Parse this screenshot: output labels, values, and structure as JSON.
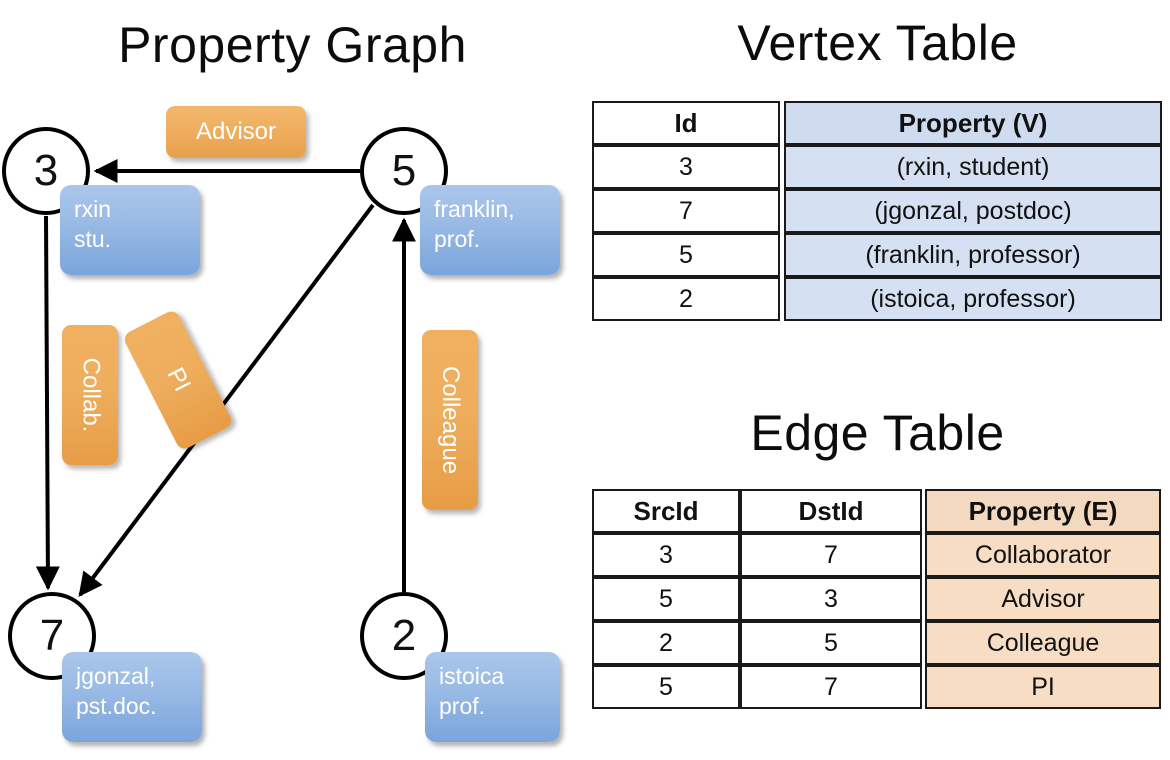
{
  "titles": {
    "property_graph": "Property Graph",
    "vertex_table": "Vertex Table",
    "edge_table": "Edge Table"
  },
  "graph": {
    "nodes": [
      {
        "id": "3",
        "label": "3",
        "property_lines": [
          "rxin",
          "stu."
        ]
      },
      {
        "id": "5",
        "label": "5",
        "property_lines": [
          "franklin,",
          "prof."
        ]
      },
      {
        "id": "7",
        "label": "7",
        "property_lines": [
          "jgonzal,",
          "pst.doc."
        ]
      },
      {
        "id": "2",
        "label": "2",
        "property_lines": [
          "istoica",
          "prof."
        ]
      }
    ],
    "node_property_boxes": [
      {
        "name": "rxin",
        "text": "rxin\nstu."
      },
      {
        "name": "franklin",
        "text": "franklin,\nprof."
      },
      {
        "name": "jgonzal",
        "text": "jgonzal,\npst.doc."
      },
      {
        "name": "istoica",
        "text": "istoica\nprof."
      }
    ],
    "edge_labels": [
      {
        "name": "advisor",
        "text": "Advisor",
        "from": "5",
        "to": "3",
        "orientation": "horizontal"
      },
      {
        "name": "collab",
        "text": "Collab.",
        "from": "3",
        "to": "7",
        "orientation": "vertical"
      },
      {
        "name": "pi",
        "text": "PI",
        "from": "5",
        "to": "7",
        "orientation": "diagonal"
      },
      {
        "name": "colleague",
        "text": "Colleague",
        "from": "2",
        "to": "5",
        "orientation": "vertical"
      }
    ],
    "colors": {
      "vertex_box": "#9dbde6",
      "edge_label": "#eeae5e",
      "node_stroke": "#000000",
      "edge_stroke": "#000000"
    }
  },
  "vertex_table": {
    "headers": [
      "Id",
      "Property (V)"
    ],
    "rows": [
      [
        "3",
        "(rxin, student)"
      ],
      [
        "7",
        "(jgonzal, postdoc)"
      ],
      [
        "5",
        "(franklin, professor)"
      ],
      [
        "2",
        "(istoica, professor)"
      ]
    ]
  },
  "edge_table": {
    "headers": [
      "SrcId",
      "DstId",
      "Property (E)"
    ],
    "rows": [
      [
        "3",
        "7",
        "Collaborator"
      ],
      [
        "5",
        "3",
        "Advisor"
      ],
      [
        "2",
        "5",
        "Colleague"
      ],
      [
        "5",
        "7",
        "PI"
      ]
    ]
  }
}
